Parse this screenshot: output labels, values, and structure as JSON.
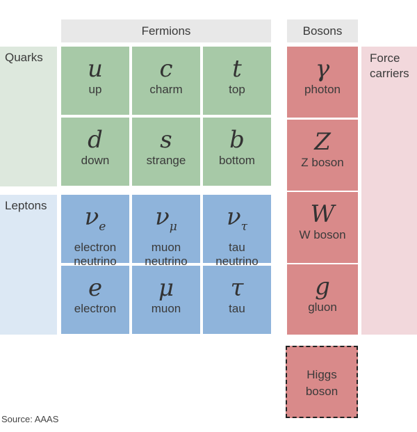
{
  "headers": {
    "fermions": "Fermions",
    "bosons": "Bosons"
  },
  "groups": {
    "quarks": "Quarks",
    "leptons": "Leptons",
    "force": "Force carriers"
  },
  "quarks": [
    {
      "symbol": "u",
      "sub": "",
      "name": "up"
    },
    {
      "symbol": "c",
      "sub": "",
      "name": "charm"
    },
    {
      "symbol": "t",
      "sub": "",
      "name": "top"
    },
    {
      "symbol": "d",
      "sub": "",
      "name": "down"
    },
    {
      "symbol": "s",
      "sub": "",
      "name": "strange"
    },
    {
      "symbol": "b",
      "sub": "",
      "name": "bottom"
    }
  ],
  "leptons": [
    {
      "symbol": "ν",
      "sub": "e",
      "name": "electron neutrino"
    },
    {
      "symbol": "ν",
      "sub": "μ",
      "name": "muon neutrino"
    },
    {
      "symbol": "ν",
      "sub": "τ",
      "name": "tau neutrino"
    },
    {
      "symbol": "e",
      "sub": "",
      "name": "electron"
    },
    {
      "symbol": "μ",
      "sub": "",
      "name": "muon"
    },
    {
      "symbol": "τ",
      "sub": "",
      "name": "tau"
    }
  ],
  "bosons": [
    {
      "symbol": "γ",
      "name": "photon"
    },
    {
      "symbol": "Z",
      "name": "Z boson"
    },
    {
      "symbol": "W",
      "name": "W boson"
    },
    {
      "symbol": "g",
      "name": "gluon"
    }
  ],
  "higgs": "Higgs boson",
  "source": "Source: AAAS",
  "colors": {
    "quark": "#a7c9a7",
    "lepton": "#8fb4db",
    "boson": "#d98a8a"
  }
}
